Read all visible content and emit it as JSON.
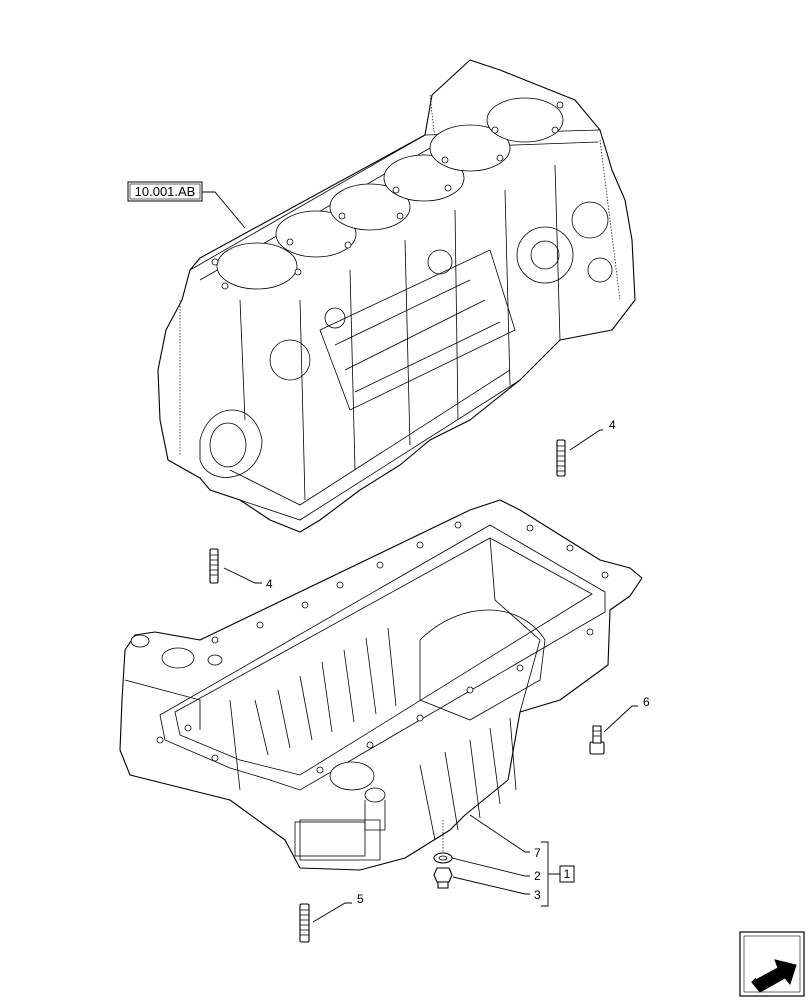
{
  "reference_box": {
    "label": "10.001.AB"
  },
  "callouts": {
    "stud_upper": "4",
    "stud_left": "4",
    "bolt_right": "6",
    "stud_bottom": "5",
    "seal_ring": "7",
    "washer": "2",
    "drain_plug": "3",
    "kit_number": "1"
  },
  "nav_icon": "next-page-arrow-icon"
}
